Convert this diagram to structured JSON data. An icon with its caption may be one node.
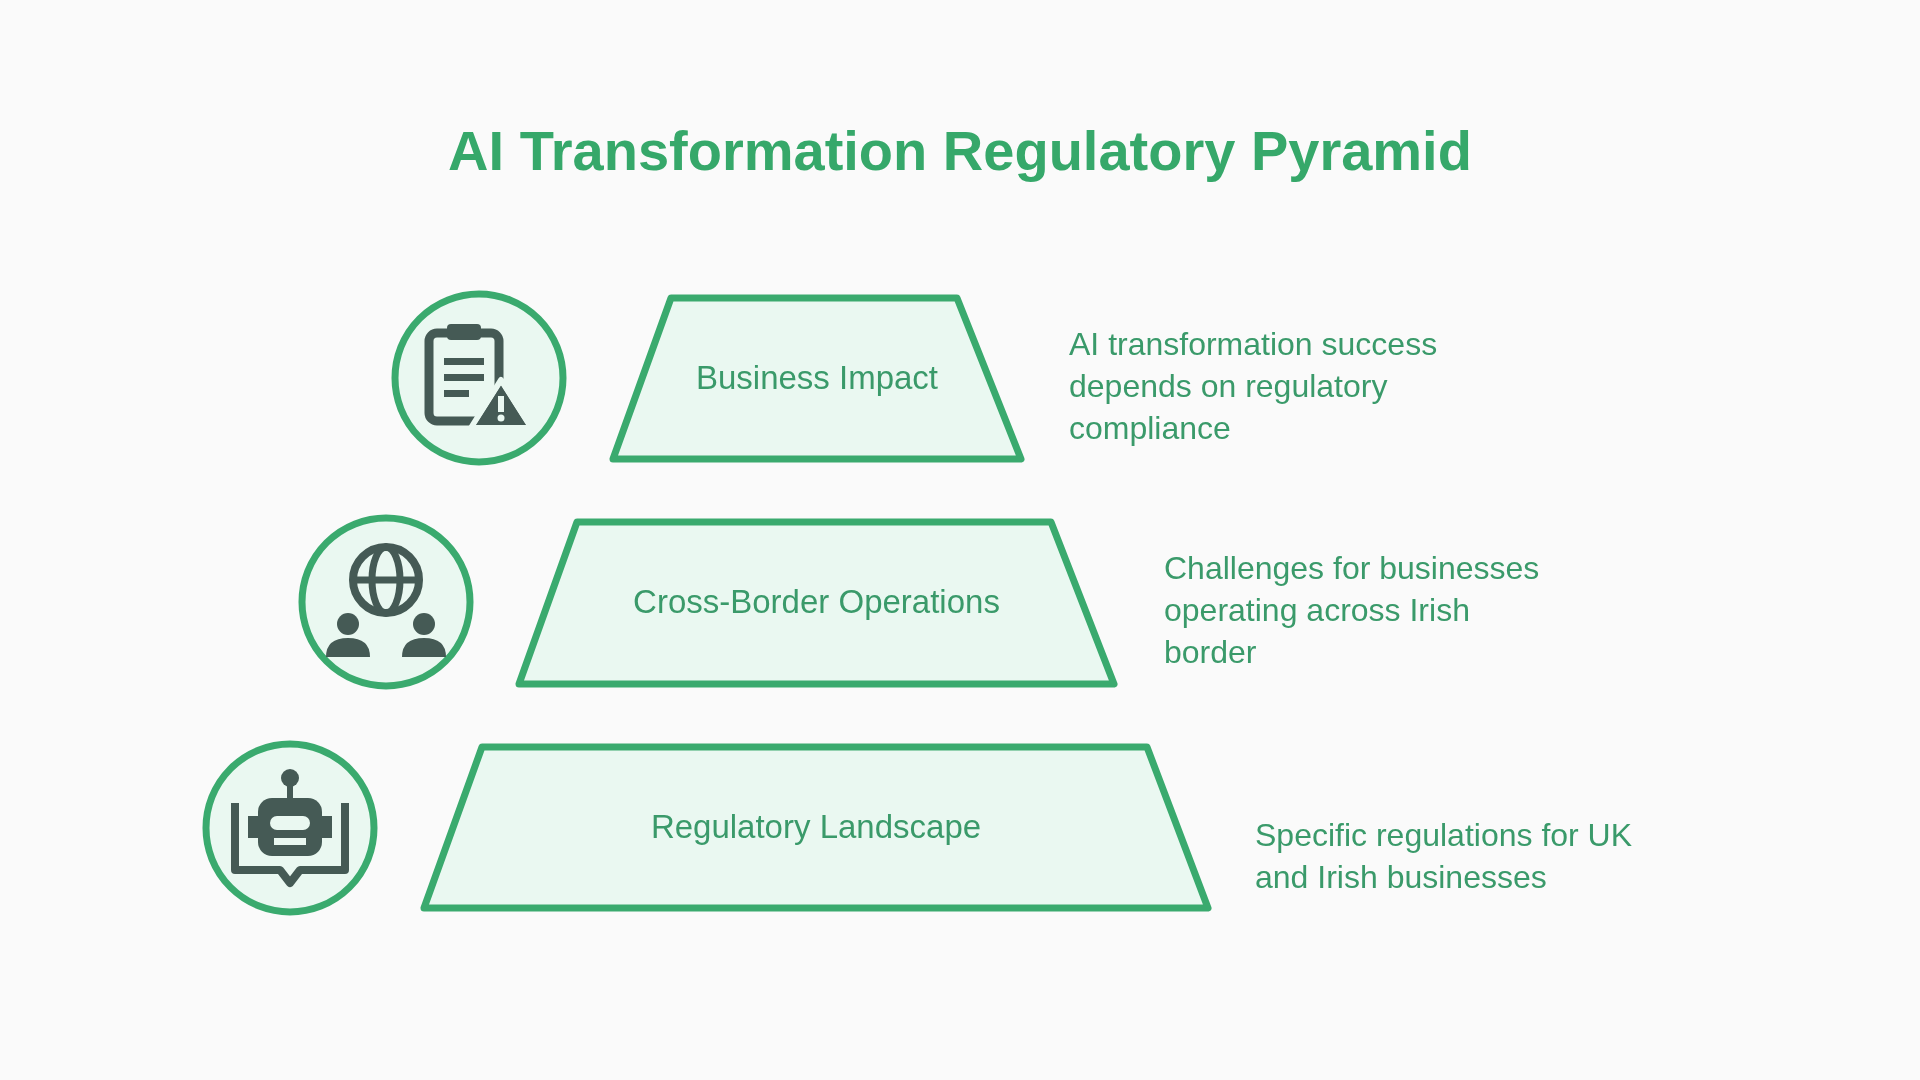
{
  "diagram": {
    "title": "AI Transformation Regulatory Pyramid",
    "nodes": [
      {
        "text": [
          "Business Impact"
        ],
        "beside": [
          "AI transformation success depends on regulatory compliance"
        ]
      },
      {
        "text": [
          "Cross-Border Operations"
        ],
        "beside": [
          "Challenges for businesses operating across Irish border"
        ]
      },
      {
        "text": [
          "Regulatory Landscape"
        ],
        "beside": [
          "Specific regulations for UK and Irish businesses"
        ]
      }
    ]
  }
}
